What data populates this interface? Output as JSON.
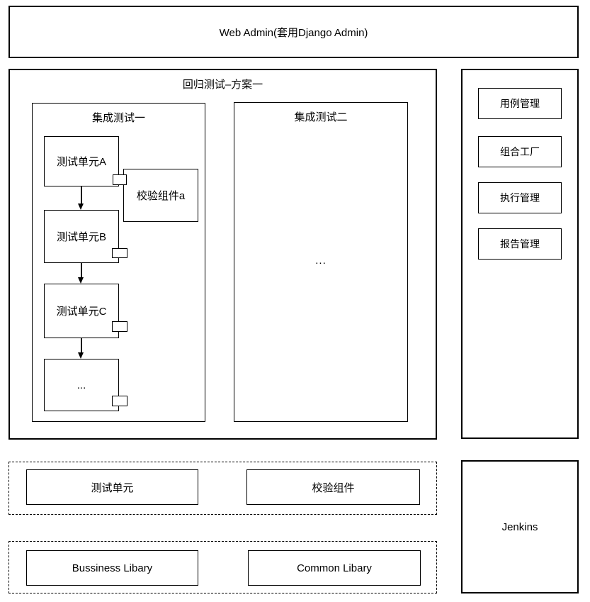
{
  "top_bar": {
    "label": "Web Admin(套用Django Admin)"
  },
  "regression": {
    "title": "回归测试–方案一",
    "integration1": {
      "title": "集成测试一",
      "units": [
        "测试单元A",
        "测试单元B",
        "测试单元C",
        "..."
      ],
      "verify_component": "校验组件a"
    },
    "integration2": {
      "title": "集成测试二",
      "placeholder": "..."
    }
  },
  "modules": [
    "用例管理",
    "组合工厂",
    "执行管理",
    "报告管理"
  ],
  "components_layer": {
    "test_unit": "测试单元",
    "verify_component": "校验组件"
  },
  "library_layer": {
    "business": "Bussiness Libary",
    "common": "Common Libary"
  },
  "jenkins": {
    "label": "Jenkins"
  },
  "colors": {
    "border": "#000000",
    "background": "#ffffff"
  }
}
